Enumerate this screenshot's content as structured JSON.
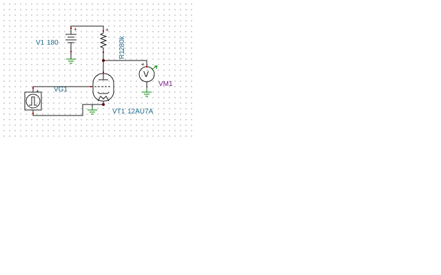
{
  "components": {
    "v1": {
      "name": "V1",
      "value": "180",
      "icon": "dc-voltage-source-icon"
    },
    "r1": {
      "name": "R1",
      "value": "280k",
      "icon": "resistor-icon"
    },
    "vt1": {
      "name": "VT1",
      "value": "12AU7A",
      "icon": "triode-tube-icon"
    },
    "vm1": {
      "name": "VM1",
      "symbol": "V",
      "icon": "voltmeter-icon"
    },
    "vg1": {
      "name": "VG1",
      "icon": "signal-generator-icon"
    }
  },
  "polarity_mark": "+",
  "colors": {
    "wire": "#1a1a1a",
    "label": "#1a6a8a",
    "meter_label": "#7a1a8a",
    "pin": "#c00000",
    "ground": "#008000"
  }
}
